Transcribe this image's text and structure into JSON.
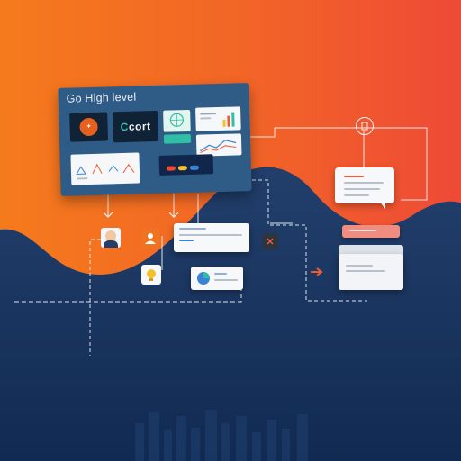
{
  "dashboard": {
    "title": "Go High level",
    "brand_tiles": [
      {
        "name": "brand-logo-orange",
        "label": ""
      },
      {
        "name": "brand-logo-dark",
        "prefix": "C",
        "label": "cort"
      }
    ]
  },
  "colors": {
    "orange": "#f07420",
    "red_orange": "#ee4a33",
    "navy": "#1e3f6a",
    "navy_deep": "#10264a",
    "panel_blue": "#2f5c86",
    "teal": "#2fbfa6",
    "yellow": "#f2c12e",
    "blue_accent": "#3b82d6"
  },
  "icons": {
    "top_right": "phone-icon",
    "arrow": "arrow-right-icon",
    "folder": "folder-icon",
    "chat": "chat-bubble-icon",
    "profile": "user-avatar-icon",
    "person": "person-icon",
    "idea": "lightbulb-icon",
    "chart": "pie-chart-icon"
  }
}
